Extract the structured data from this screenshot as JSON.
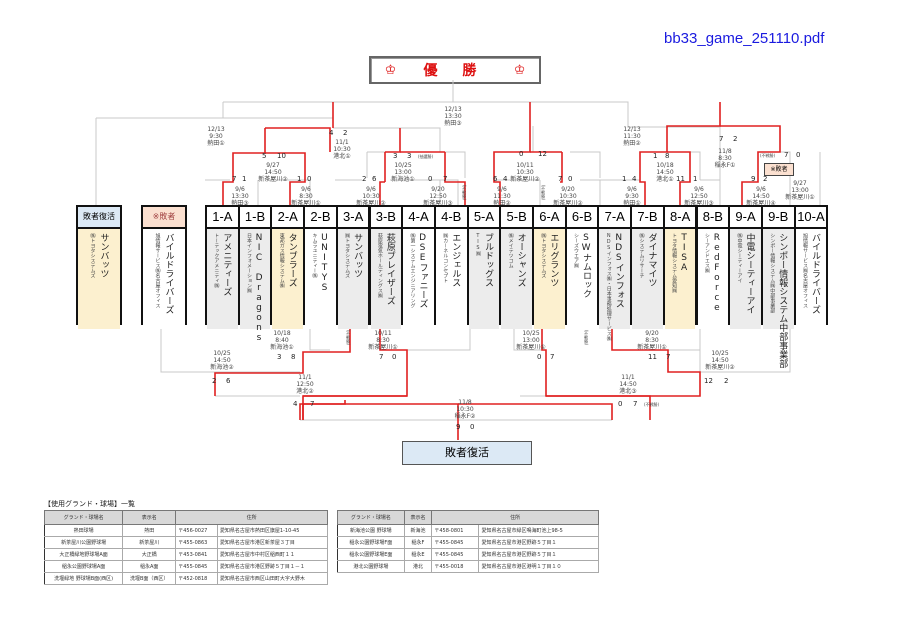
{
  "filename": "bb33_game_251110.pdf",
  "champion": {
    "label": "優 勝",
    "icon": "crown-icon",
    "color": "#dd1111"
  },
  "loser_revival_box": "敗者復活",
  "side_boxes": [
    {
      "code": "敗者復活",
      "team": "サンバッツ",
      "company": "㈱トヨタシステムズ",
      "header_bg": "#dce9f5",
      "body_bg": "#fcf0cf"
    },
    {
      "code": "※敗者",
      "team": "バイルドライバーズ",
      "company": "旭情報サービス㈱名古屋オフィス",
      "header_bg": "#fbe0d0",
      "body_bg": "#ffffff"
    }
  ],
  "teams": [
    {
      "code": "1-A",
      "name": "アメニティーズ",
      "company": "トーテックアメニティ㈱",
      "bg": "gray"
    },
    {
      "code": "1-B",
      "name": "NIC Dragons",
      "company": "日本インフォメーション㈱",
      "bg": "gray"
    },
    {
      "code": "2-A",
      "name": "タンブラーズ",
      "company": "東邦ガス情報システム㈱",
      "bg": "cream"
    },
    {
      "code": "2-B",
      "name": "UNITYS",
      "company": "キムラユニティー㈱",
      "bg": "white"
    },
    {
      "code": "3-A",
      "name": "サンバッツ",
      "company": "㈱トヨタシステムズ",
      "bg": "gray"
    },
    {
      "code": "3-B",
      "name": "萩原ブレイザーズ",
      "company": "萩原電気ホールディングス㈱",
      "bg": "gray"
    },
    {
      "code": "4-A",
      "name": "DSEファニーズ",
      "company": "㈱第一システムエンジニアリング",
      "bg": "white"
    },
    {
      "code": "4-B",
      "name": "エンジェルス",
      "company": "㈱カーネルコンセプト",
      "bg": "white"
    },
    {
      "code": "5-A",
      "name": "ブルドッグス",
      "company": "TIS㈱",
      "bg": "gray"
    },
    {
      "code": "5-B",
      "name": "オーシャンズ",
      "company": "㈱メイテツコム",
      "bg": "gray"
    },
    {
      "code": "6-A",
      "name": "エリグランツ",
      "company": "㈱トヨタシステムズ",
      "bg": "cream"
    },
    {
      "code": "6-B",
      "name": "SWナムロック",
      "company": "シーズウエア㈱",
      "bg": "white"
    },
    {
      "code": "7-A",
      "name": "NDSインフォス",
      "company": "NDSインフォス㈱・日本事務処理サービス㈱",
      "bg": "gray"
    },
    {
      "code": "7-B",
      "name": "ダイナマイツ",
      "company": "㈱システムリサーチ",
      "bg": "gray"
    },
    {
      "code": "8-A",
      "name": "TISA",
      "company": "トヨタ情報システム愛知㈱",
      "bg": "cream"
    },
    {
      "code": "8-B",
      "name": "RedForce",
      "company": "シーアンドエス㈱",
      "bg": "white"
    },
    {
      "code": "9-A",
      "name": "中電シーティーアイ",
      "company": "㈱中電シーティーアイ",
      "bg": "gray"
    },
    {
      "code": "9-B",
      "name": "シンポー情報システム中部事業部",
      "company": "シンポー情報システム㈱中部事業部",
      "bg": "gray"
    },
    {
      "code": "10-A",
      "name": "バイルドライバーズ",
      "company": "旭情報サービス㈱名古屋オフィス",
      "bg": "white"
    }
  ],
  "upper_matches": [
    {
      "id": "r1_1",
      "date": "9/6",
      "time": "13:30",
      "venue": "熱田③",
      "scores": [
        "7",
        "1"
      ]
    },
    {
      "id": "r1_2",
      "date": "9/6",
      "time": "8:30",
      "venue": "新茶屋川①",
      "scores": [
        "1",
        "0"
      ]
    },
    {
      "id": "r1_3",
      "date": "9/6",
      "time": "10:30",
      "venue": "新茶屋川②",
      "scores": [
        "2",
        "6"
      ]
    },
    {
      "id": "r1_4",
      "date": "9/20",
      "time": "12:50",
      "venue": "新茶屋川③",
      "scores": [
        "0",
        "7"
      ],
      "note": "(不戦勝)"
    },
    {
      "id": "r1_5",
      "date": "9/6",
      "time": "11:30",
      "venue": "熱田②",
      "scores": [
        "6",
        "4"
      ]
    },
    {
      "id": "r1_6",
      "date": "9/20",
      "time": "10:30",
      "venue": "新茶屋川②",
      "scores": [
        "7",
        "0"
      ],
      "note": "(不戦勝)"
    },
    {
      "id": "r1_7",
      "date": "9/6",
      "time": "9:30",
      "venue": "熱田①",
      "scores": [
        "1",
        "4"
      ]
    },
    {
      "id": "r1_8",
      "date": "9/6",
      "time": "12:50",
      "venue": "新茶屋川③",
      "scores": [
        "11",
        "1"
      ]
    },
    {
      "id": "r1_9",
      "date": "9/6",
      "time": "14:50",
      "venue": "新茶屋川④",
      "scores": [
        "9",
        "2"
      ]
    },
    {
      "id": "r1_10",
      "date": "9/27",
      "time": "13:00",
      "venue": "新茶屋川①",
      "scores": [
        "7",
        "0"
      ],
      "note": "(不戦勝)",
      "tag": "※敗者"
    },
    {
      "id": "r2_1",
      "date": "9/27",
      "time": "14:50",
      "venue": "新茶屋川②",
      "scores": [
        "5",
        "10"
      ]
    },
    {
      "id": "r2_2",
      "date": "10/25",
      "time": "13:00",
      "venue": "新海池①",
      "scores": [
        "3",
        "3"
      ],
      "note": "(抽選勝)"
    },
    {
      "id": "r2_3",
      "date": "10/11",
      "time": "10:30",
      "venue": "新茶屋川②",
      "scores": [
        "0",
        "12"
      ]
    },
    {
      "id": "r2_4",
      "date": "10/18",
      "time": "14:50",
      "venue": "港北①",
      "scores": [
        "1",
        "8"
      ]
    },
    {
      "id": "r3_1",
      "date": "11/1",
      "time": "10:30",
      "venue": "港北①",
      "scores": [
        "4",
        "2"
      ]
    },
    {
      "id": "r3_2",
      "date": "11/8",
      "time": "8:30",
      "venue": "稲永F①",
      "scores": [
        "7",
        "2"
      ]
    },
    {
      "id": "sf_1",
      "date": "12/13",
      "time": "9:30",
      "venue": "熱田①"
    },
    {
      "id": "sf_2",
      "date": "12/13",
      "time": "11:30",
      "venue": "熱田②"
    },
    {
      "id": "final",
      "date": "12/13",
      "time": "13:30",
      "venue": "熱田③"
    }
  ],
  "lower_matches": [
    {
      "id": "l1_1",
      "date": "10/18",
      "time": "8:40",
      "venue": "新海池①",
      "scores": [
        "3",
        "8"
      ]
    },
    {
      "id": "l1_2",
      "date": "10/11",
      "time": "8:30",
      "venue": "新茶屋川①",
      "scores": [
        "7",
        "0"
      ],
      "note": "(不戦勝)"
    },
    {
      "id": "l1_3",
      "date": "10/25",
      "time": "13:00",
      "venue": "新茶屋川①",
      "scores": [
        "0",
        "7"
      ],
      "note": "(不戦勝)"
    },
    {
      "id": "l1_4",
      "date": "9/20",
      "time": "8:30",
      "venue": "新茶屋川①",
      "scores": [
        "11",
        "7"
      ]
    },
    {
      "id": "l2_1",
      "date": "10/25",
      "time": "14:50",
      "venue": "新海池②",
      "scores": [
        "2",
        "6"
      ]
    },
    {
      "id": "l2_2",
      "date": "10/25",
      "time": "14:50",
      "venue": "新茶屋川②",
      "scores": [
        "12",
        "2"
      ]
    },
    {
      "id": "l3_1",
      "date": "11/1",
      "time": "12:50",
      "venue": "港北②",
      "scores": [
        "4",
        "7"
      ]
    },
    {
      "id": "l3_2",
      "date": "11/1",
      "time": "14:50",
      "venue": "港北③",
      "scores": [
        "0",
        "7"
      ],
      "note": "(不戦勝)"
    },
    {
      "id": "l_final",
      "date": "11/8",
      "time": "10:30",
      "venue": "稲永F②",
      "scores": [
        "9",
        "0"
      ]
    }
  ],
  "grounds": {
    "title": "【使用グランド・球場】一覧",
    "headers": [
      "グランド・球場名",
      "表示名",
      "住所"
    ],
    "left": [
      [
        "熱田球場",
        "熱田",
        "〒456-0027",
        "愛知県名古屋市熱田区旗屋1-10-45"
      ],
      [
        "新茶屋川公園野球場",
        "新茶屋川",
        "〒455-0863",
        "愛知県名古屋市港区新茶屋３丁目"
      ],
      [
        "大正橋緑地野球場A面",
        "大正橋",
        "〒453-0841",
        "愛知県名古屋市中村区稲西町１１"
      ],
      [
        "稲永公園野球場A面",
        "稲永A面",
        "〒455-0845",
        "愛知県名古屋市港区野跡５丁目１－１"
      ],
      [
        "洗堰緑地 野球場B面(西区)",
        "洗堰B面（西区）",
        "〒452-0818",
        "愛知県名古屋市西区山田町大字大野木"
      ]
    ],
    "right": [
      [
        "新海池公園 野球場",
        "新海池",
        "〒458-0801",
        "愛知県名古屋市緑区鳴海町池上98-5"
      ],
      [
        "稲永公園野球場F面",
        "稲永F",
        "〒455-0845",
        "愛知県名古屋市港区野跡５丁目１"
      ],
      [
        "稲永公園野球場E面",
        "稲永E",
        "〒455-0845",
        "愛知県名古屋市港区野跡５丁目１"
      ],
      [
        "港北公園野球場",
        "港北",
        "〒455-0018",
        "愛知県名古屋市港区港明１丁目１０"
      ]
    ]
  }
}
